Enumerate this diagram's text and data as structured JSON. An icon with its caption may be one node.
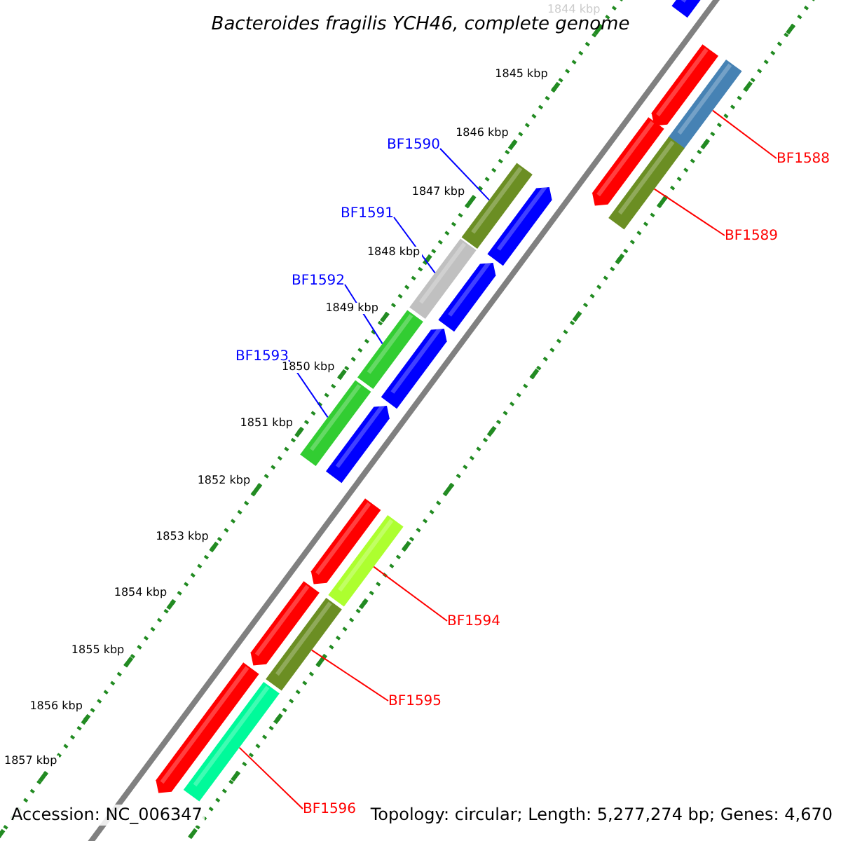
{
  "diagram": {
    "title": "Bacteroides fragilis YCH46, complete genome",
    "nodes": [
      {
        "text": [
          "BF1590"
        ]
      },
      {
        "text": [],
        "shape": "bar"
      },
      {
        "text": [
          "BF1591"
        ]
      },
      {
        "text": [],
        "shape": "bar"
      },
      {
        "text": [
          "BF1592"
        ]
      },
      {
        "text": [],
        "shape": "bar"
      },
      {
        "text": [
          "BF1593"
        ]
      },
      {
        "text": [],
        "shape": "bar"
      },
      {
        "text": [
          "BF1588"
        ]
      },
      {
        "text": [],
        "shape": "bar"
      },
      {
        "text": [
          "BF1589"
        ]
      },
      {
        "text": [],
        "shape": "bar"
      },
      {
        "text": [
          "BF1594"
        ]
      },
      {
        "text": [],
        "shape": "bar"
      },
      {
        "text": [
          "BF1595"
        ]
      },
      {
        "text": [],
        "shape": "bar"
      },
      {
        "text": [
          "BF1596"
        ]
      },
      {
        "text": [],
        "shape": "bar"
      }
    ],
    "edges": [
      {
        "from": 0,
        "to": 1,
        "arrow": "none",
        "color": "#0000ff"
      },
      {
        "from": 2,
        "to": 3,
        "arrow": "none",
        "color": "#0000ff"
      },
      {
        "from": 4,
        "to": 5,
        "arrow": "none",
        "color": "#0000ff"
      },
      {
        "from": 6,
        "to": 7,
        "arrow": "none",
        "color": "#0000ff"
      },
      {
        "from": 8,
        "to": 9,
        "arrow": "none"
      },
      {
        "from": 10,
        "to": 11,
        "arrow": "none"
      },
      {
        "from": 12,
        "to": 13,
        "arrow": "none"
      },
      {
        "from": 14,
        "to": 15,
        "arrow": "none"
      },
      {
        "from": 16,
        "to": 17,
        "arrow": "none"
      }
    ],
    "labels": [
      "1844 kbp",
      "1845 kbp",
      "1846 kbp",
      "1847 kbp",
      "1848 kbp",
      "1849 kbp",
      "1850 kbp",
      "1851 kbp",
      "1852 kbp",
      "1853 kbp",
      "1854 kbp",
      "1855 kbp",
      "1856 kbp",
      "1857 kbp",
      "Accession: NC_006347",
      "Topology: circular; Length: 5,277,274 bp; Genes: 4,670"
    ]
  }
}
